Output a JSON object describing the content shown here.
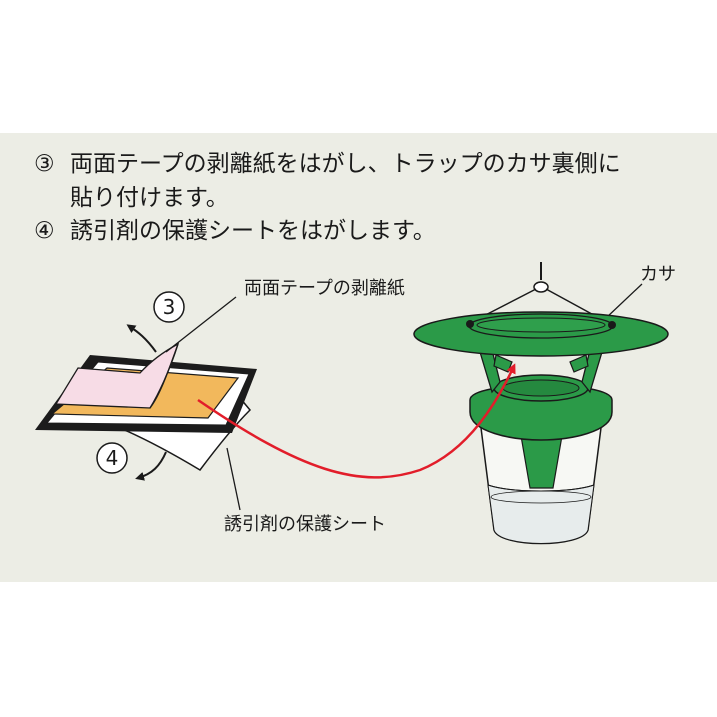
{
  "instructions": [
    {
      "number": "③",
      "line1": "両面テープの剥離紙をはがし、トラップのカサ裏側に",
      "line2": "貼り付けます。"
    },
    {
      "number": "④",
      "line1": "誘引剤の保護シートをはがします。"
    }
  ],
  "labels": {
    "release_paper": "両面テープの剥離紙",
    "protective_sheet": "誘引剤の保護シート",
    "umbrella": "カサ"
  },
  "step_markers": {
    "step3": "3",
    "step4": "4"
  },
  "colors": {
    "panel": "#ecede5",
    "trap_green": "#2b9a48",
    "tape_orange": "#f2b85c",
    "release_paper_pink": "#f7dce6",
    "arrow_red": "#e21d2a"
  }
}
